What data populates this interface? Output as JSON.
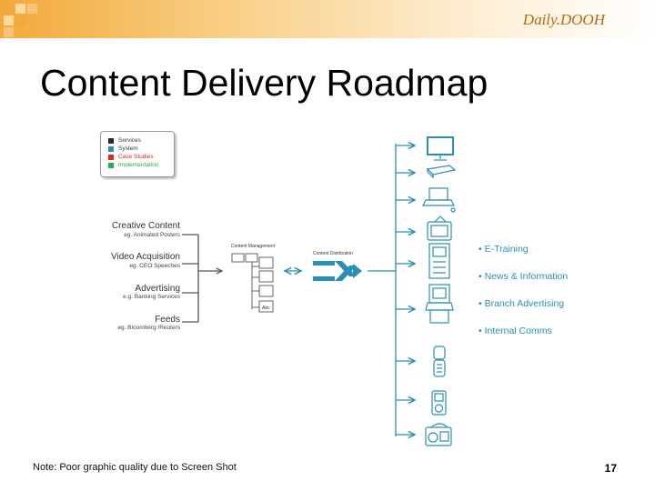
{
  "header": {
    "brand": "Daily.DOOH"
  },
  "title": "Content Delivery Roadmap",
  "legend": [
    {
      "label": "Services",
      "color": "#2b2b2b"
    },
    {
      "label": "System",
      "color": "#2a8fb5"
    },
    {
      "label": "Case Studies",
      "color": "#d92a2a"
    },
    {
      "label": "Implementation",
      "color": "#2fa84f"
    }
  ],
  "sources": [
    {
      "name": "Creative Content",
      "example": "eg. Animated Posters"
    },
    {
      "name": "Video Acquisition",
      "example": "eg. CEO Speeches"
    },
    {
      "name": "Advertising",
      "example": "e.g. Banking Services"
    },
    {
      "name": "Feeds",
      "example": "eg. Bloomberg /Reuters"
    }
  ],
  "labels": {
    "content_management": "Content Management",
    "content_distribution": "Content Distribution",
    "abc": "Abc"
  },
  "uses": [
    "E-Training",
    "News & Information",
    "Branch Advertising",
    "Internal Comms"
  ],
  "devices": [
    "tv-monitor-icon",
    "set-top-box-icon",
    "laptop-icon",
    "crt-tv-icon",
    "kiosk-icon",
    "terminal-kiosk-icon",
    "flip-phone-icon",
    "mp3-player-icon",
    "radio-icon"
  ],
  "colors": {
    "line": "#2a8fb5",
    "accent": "#f2a93b"
  },
  "footer": {
    "note": "Note: Poor graphic quality due to Screen Shot",
    "page_number": "17"
  }
}
